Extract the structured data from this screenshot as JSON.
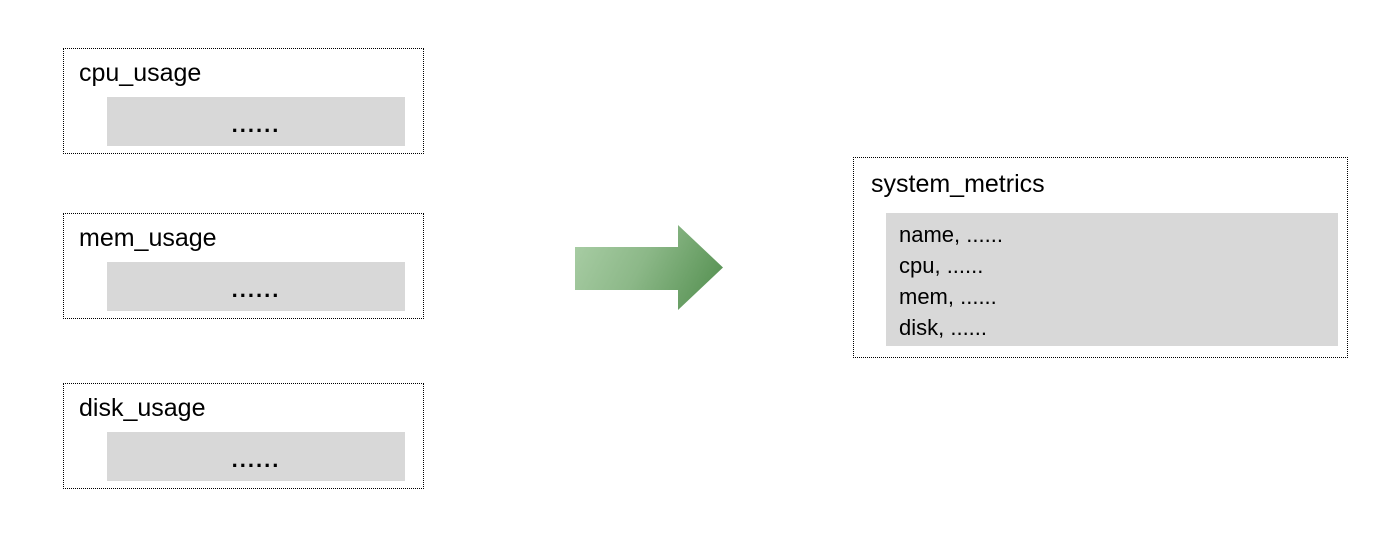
{
  "diagram": {
    "sources": [
      {
        "title": "cpu_usage",
        "rows_placeholder": "......"
      },
      {
        "title": "mem_usage",
        "rows_placeholder": "......"
      },
      {
        "title": "disk_usage",
        "rows_placeholder": "......"
      }
    ],
    "target": {
      "title": "system_metrics",
      "fields": [
        "name, ......",
        "cpu, ......",
        "mem, ......",
        "disk, ......"
      ]
    },
    "arrow": {
      "icon": "right-arrow",
      "gradient_start": "#abcfa7",
      "gradient_end": "#4f8c4b"
    },
    "colors": {
      "background": "#ffffff",
      "bar_fill": "#d8d8d8",
      "border": "#000000",
      "text": "#000000"
    }
  }
}
